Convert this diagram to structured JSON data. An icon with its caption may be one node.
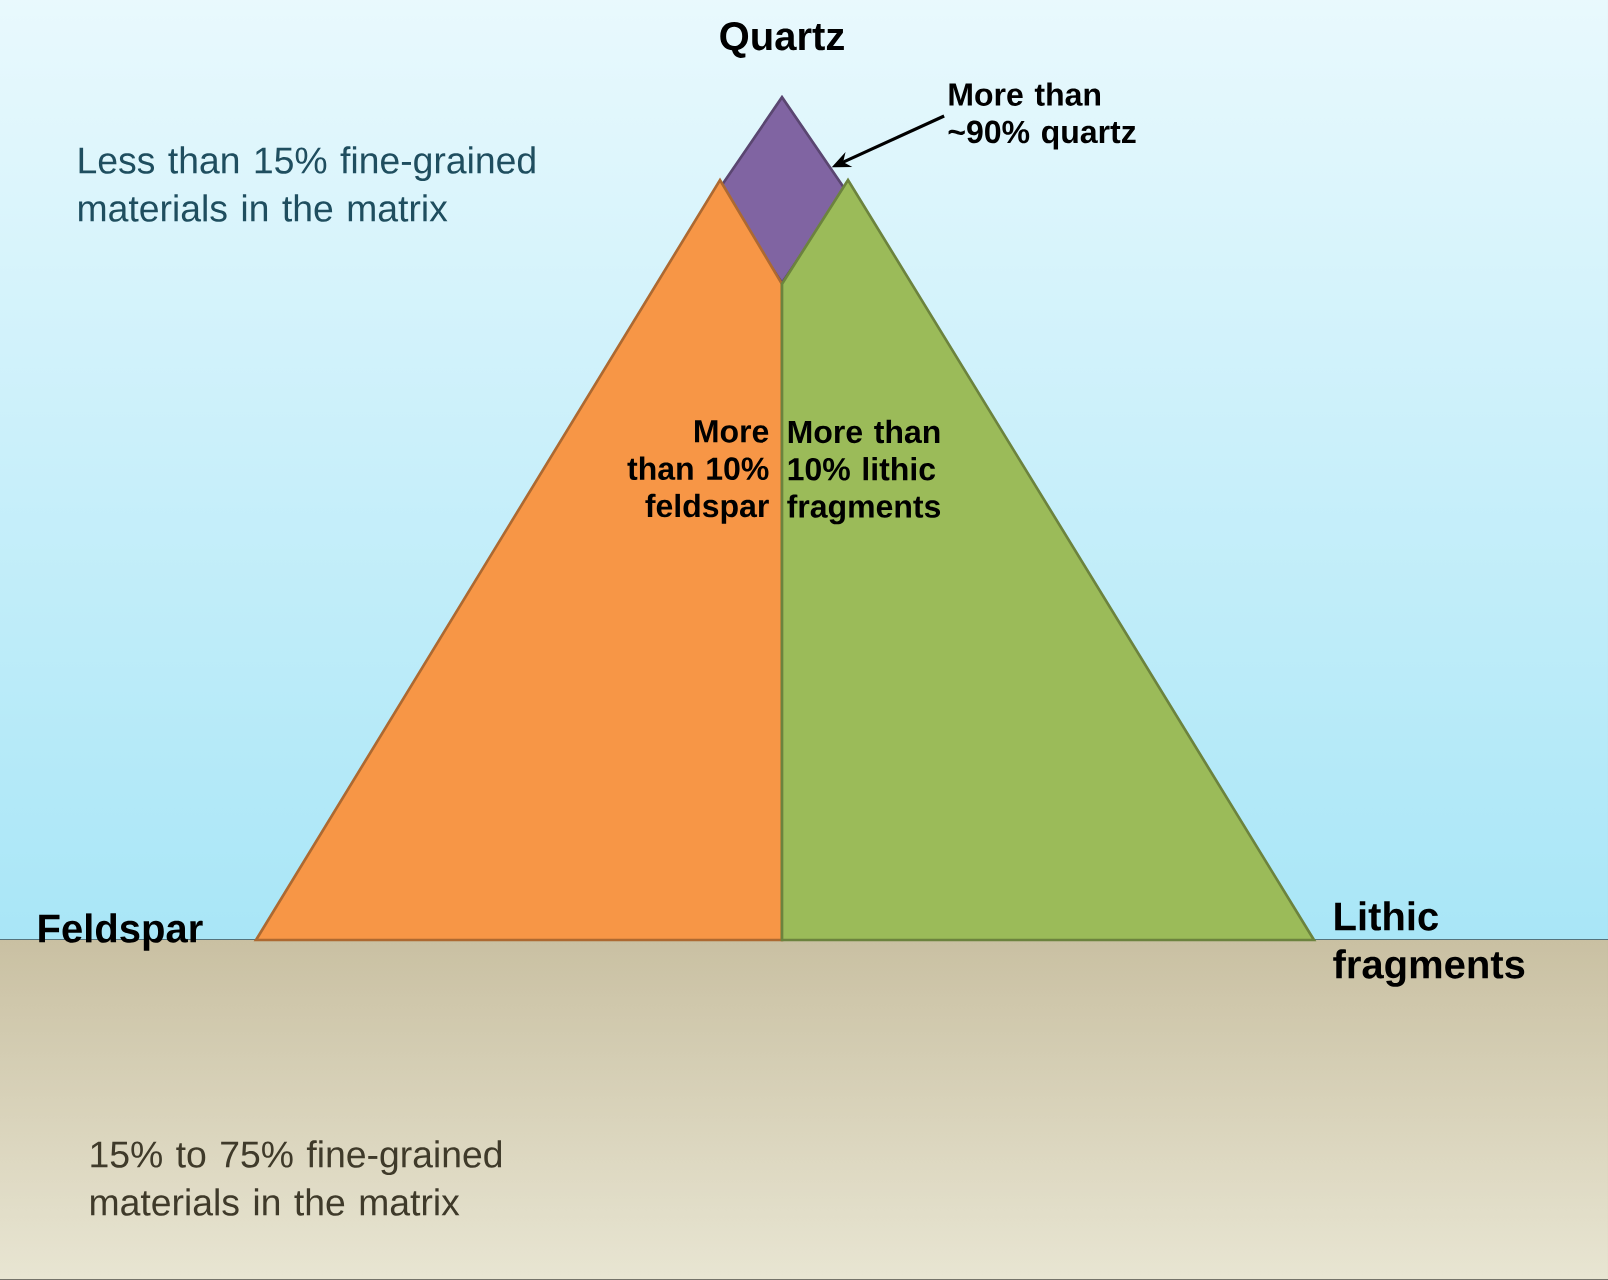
{
  "diagram": {
    "nodes": [
      {
        "text": [
          "More than ~90% quartz"
        ]
      },
      {
        "text": [],
        "shape": "diamond"
      },
      {
        "text": [
          "More than 10% feldspar"
        ]
      },
      {
        "text": [
          "More than 10% lithic fragments"
        ]
      }
    ],
    "edges": [
      {
        "from": 0,
        "to": 1,
        "arrow": "to"
      }
    ],
    "labels": [
      "Quartz",
      "Less than 15% fine-grained materials in the matrix",
      "Feldspar",
      "Lithic fragments",
      "15% to 75% fine-grained materials in the matrix"
    ]
  }
}
